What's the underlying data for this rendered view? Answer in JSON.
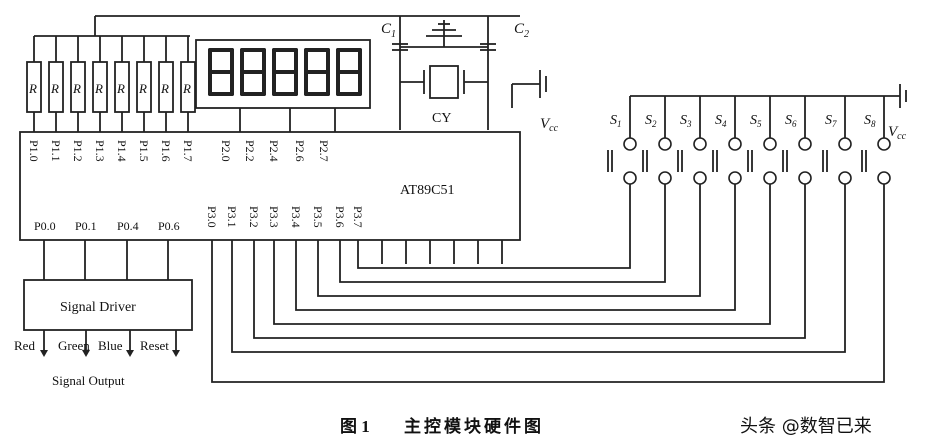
{
  "resistors": {
    "label": "R"
  },
  "capacitors": {
    "c1": "C",
    "c1_sub": "1",
    "c2": "C",
    "c2_sub": "2"
  },
  "crystal": {
    "label": "CY"
  },
  "vcc": {
    "label": "V",
    "sub": "cc"
  },
  "mcu": {
    "name": "AT89C51",
    "p1_top_pins": [
      "P1.0",
      "P1.1",
      "P1.2",
      "P1.3",
      "P1.4",
      "P1.5",
      "P1.6",
      "P1.7"
    ],
    "p2_pins": [
      "P2.0",
      "P2.2",
      "P2.4",
      "P2.6",
      "P2.7"
    ],
    "p0_pins": [
      "P0.0",
      "P0.1",
      "P0.4",
      "P0.6"
    ],
    "p3_pins": [
      "P3.0",
      "P3.1",
      "P3.2",
      "P3.3",
      "P3.4",
      "P3.5",
      "P3.6",
      "P3.7"
    ]
  },
  "switches": {
    "prefix": "S",
    "subs": [
      "1",
      "2",
      "3",
      "4",
      "5",
      "6",
      "7",
      "8"
    ]
  },
  "driver": {
    "name": "Signal Driver",
    "outputs": [
      "Red",
      "Green",
      "Blue",
      "Reset"
    ],
    "caption": "Signal Output"
  },
  "figure": {
    "number": "图 1",
    "title": "主控模块硬件图"
  },
  "watermark": "头条 @数智已来"
}
